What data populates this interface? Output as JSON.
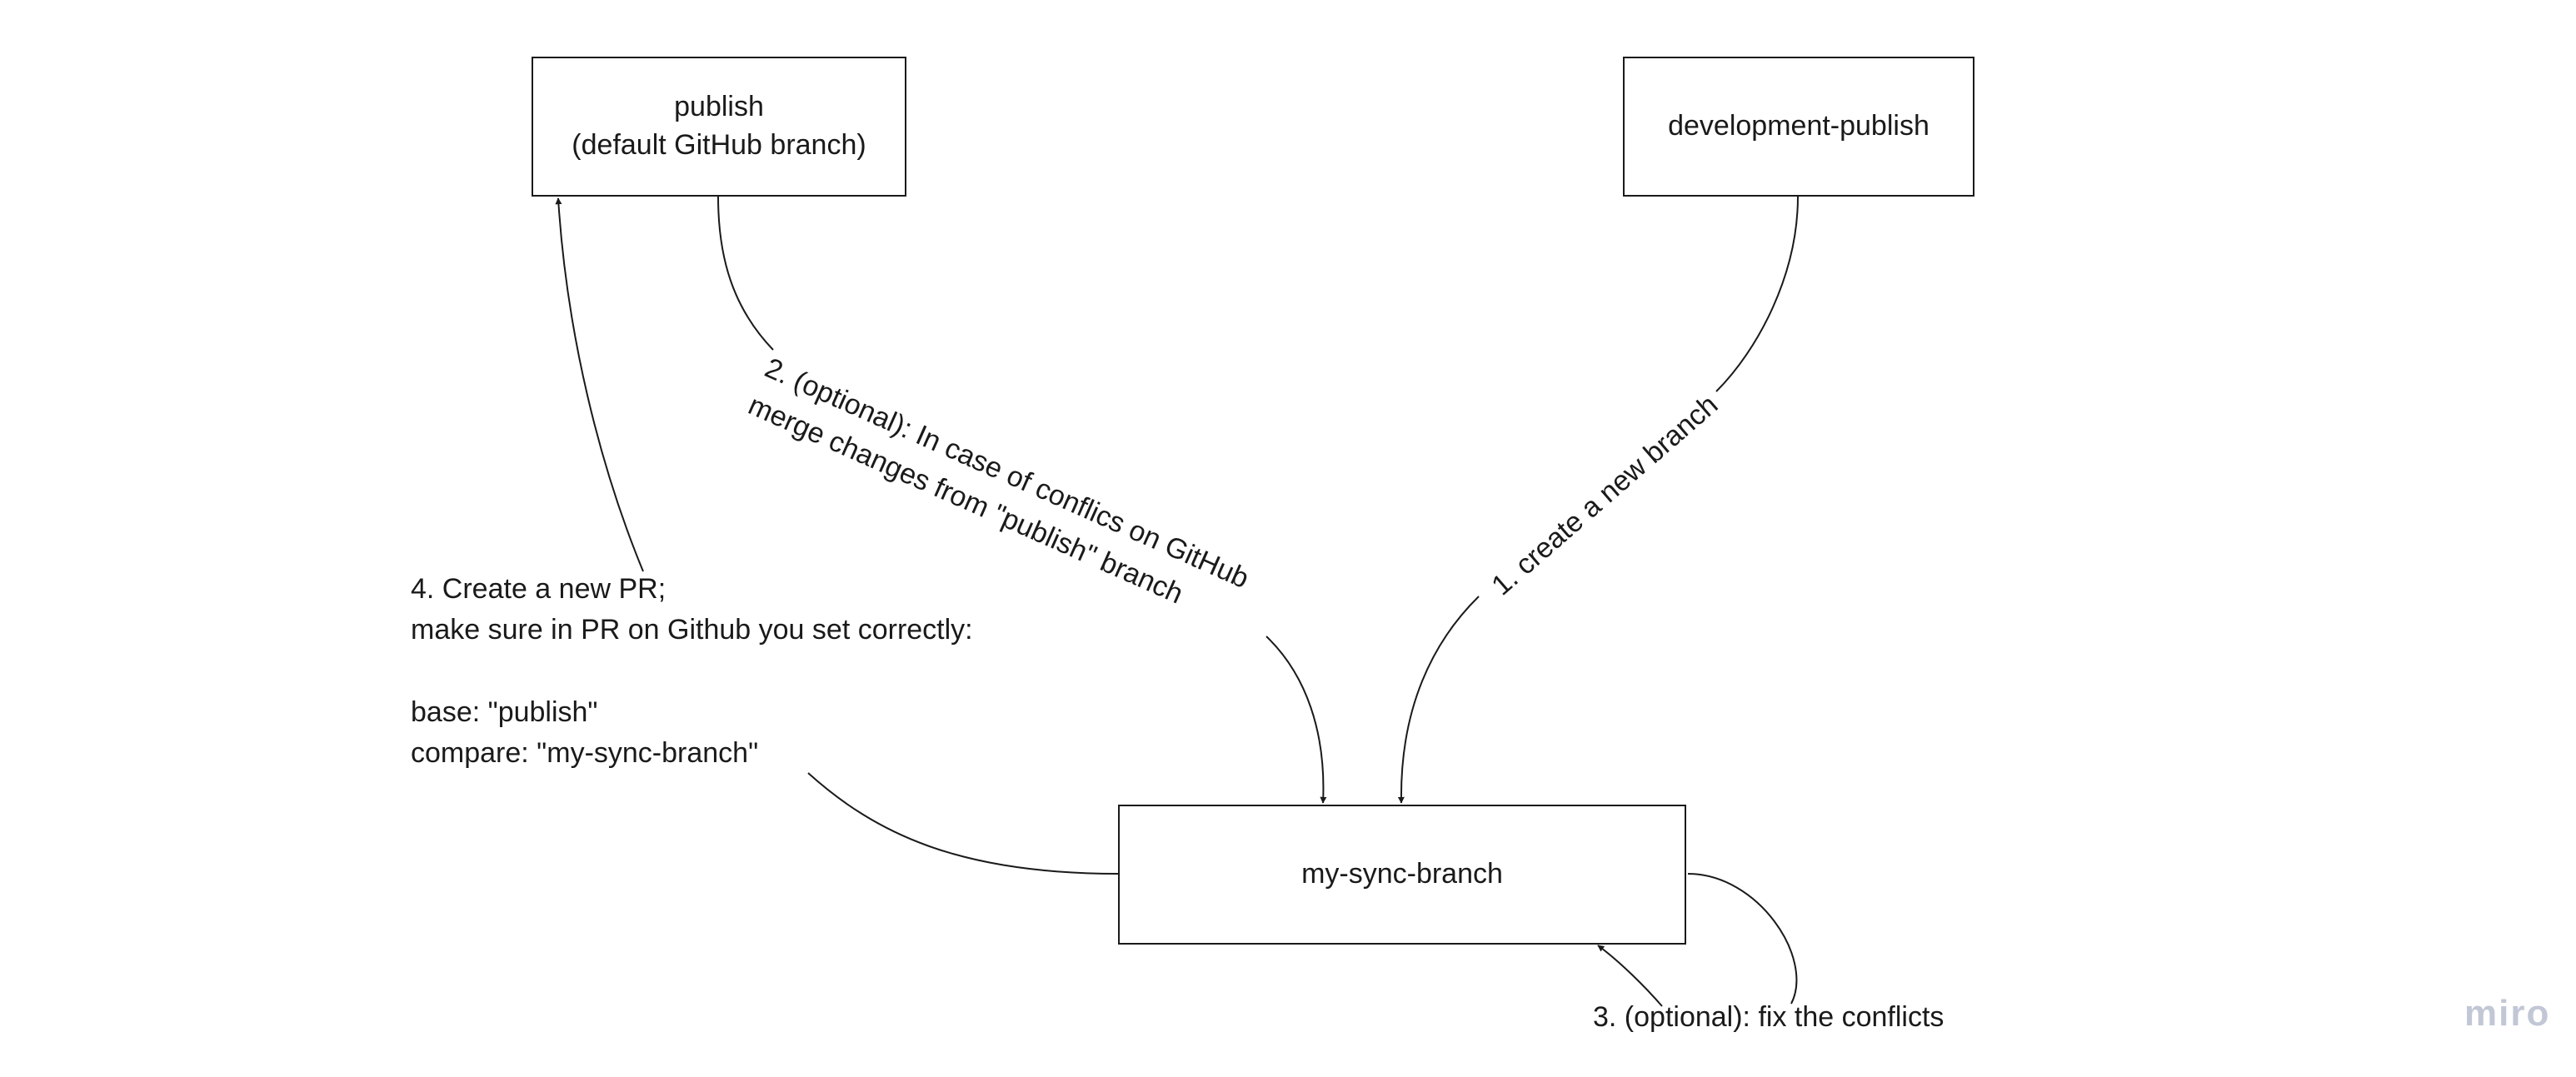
{
  "nodes": {
    "publish": {
      "lines": [
        "publish",
        "(default GitHub branch)"
      ]
    },
    "development_publish": {
      "label": "development-publish"
    },
    "my_sync_branch": {
      "label": "my-sync-branch"
    }
  },
  "edges": {
    "step1": {
      "label": "1. create a new branch"
    },
    "step2": {
      "lines": [
        "2. (optional): In case of conflics on GitHub",
        "merge changes from \"publish\" branch"
      ]
    },
    "step3": {
      "label": "3. (optional): fix the conflicts"
    },
    "step4": {
      "lines": [
        "4. Create a new PR;",
        "make sure in PR on Github you set correctly:",
        "",
        "base: \"publish\"",
        "compare: \"my-sync-branch\""
      ]
    }
  },
  "watermark": {
    "text": "miro",
    "color": "#c2c7d6"
  },
  "colors": {
    "stroke": "#1a1a1a",
    "background": "#ffffff"
  }
}
